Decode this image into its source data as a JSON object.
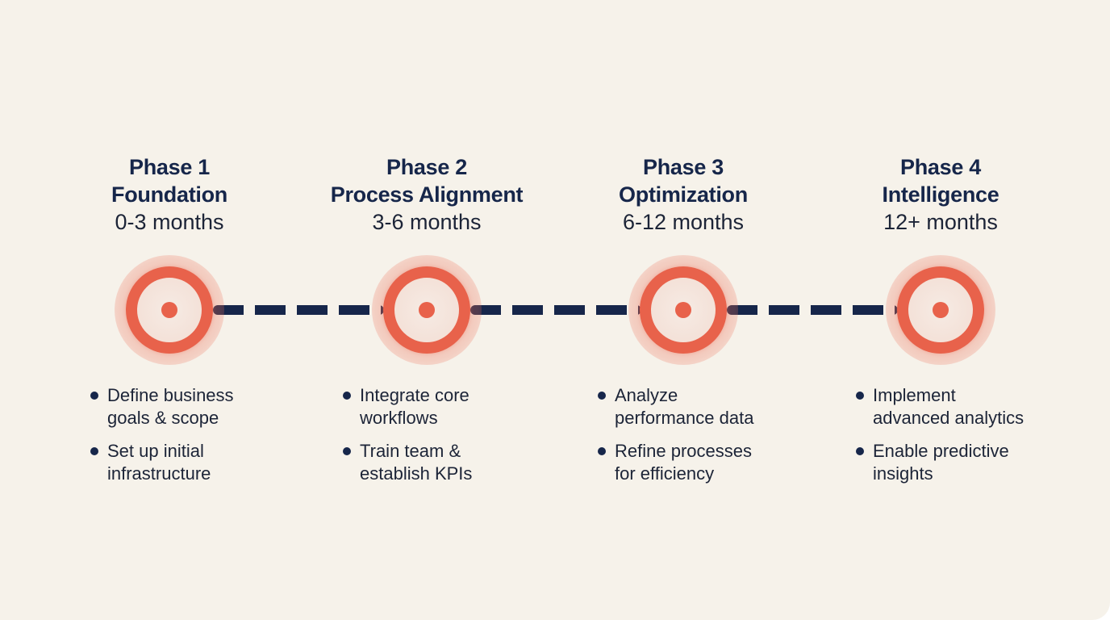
{
  "colors": {
    "background": "#f6f2ea",
    "text": "#16264a",
    "accent": "#e8624b",
    "connector": "#16264a"
  },
  "timeline": {
    "connector_style": "dashed",
    "phases": [
      {
        "number": "Phase 1",
        "name": "Foundation",
        "duration": "0-3 months",
        "icon": "target-icon",
        "bullets": [
          "Define business\ngoals & scope",
          "Set up initial\ninfrastructure"
        ]
      },
      {
        "number": "Phase 2",
        "name": "Process Alignment",
        "duration": "3-6 months",
        "icon": "target-icon",
        "bullets": [
          "Integrate core\nworkflows",
          "Train team &\nestablish KPIs"
        ]
      },
      {
        "number": "Phase 3",
        "name": "Optimization",
        "duration": "6-12 months",
        "icon": "target-icon",
        "bullets": [
          "Analyze\nperformance data",
          "Refine processes\nfor efficiency"
        ]
      },
      {
        "number": "Phase 4",
        "name": "Intelligence",
        "duration": "12+ months",
        "icon": "target-icon",
        "bullets": [
          "Implement\nadvanced analytics",
          "Enable predictive\ninsights"
        ]
      }
    ]
  }
}
